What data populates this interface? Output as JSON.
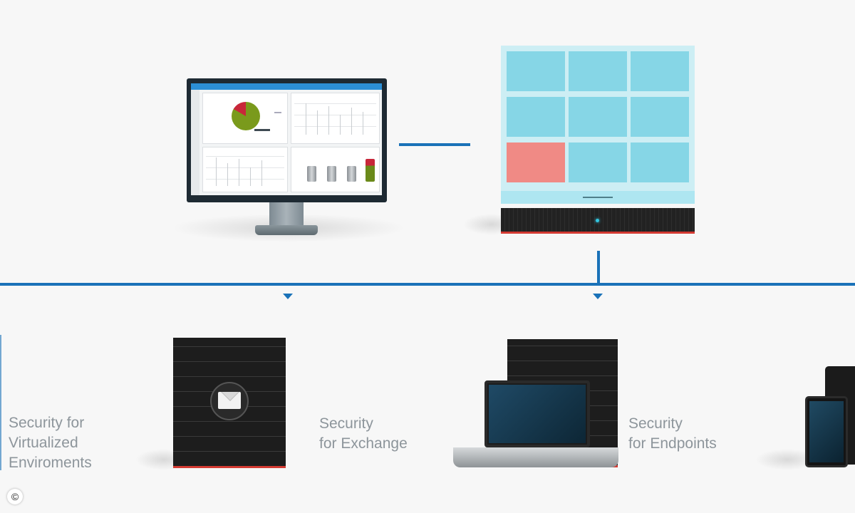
{
  "labels": {
    "virtualized": "Security for\nVirtualized\nEnviroments",
    "exchange": "Security\nfor Exchange",
    "endpoints": "Security\nfor Endpoints"
  },
  "copyright_symbol": "©",
  "colors": {
    "connector": "#1a72b8",
    "tile": "#86d6e6",
    "tile_alert": "#f08a85",
    "accent_red": "#d43a32",
    "label_text": "#8d959b"
  },
  "icons": [
    "monitor-icon",
    "dashboard-screenshot",
    "tile-grid-appliance",
    "server-rack-icon",
    "envelope-icon",
    "laptop-icon",
    "tablet-icon"
  ]
}
